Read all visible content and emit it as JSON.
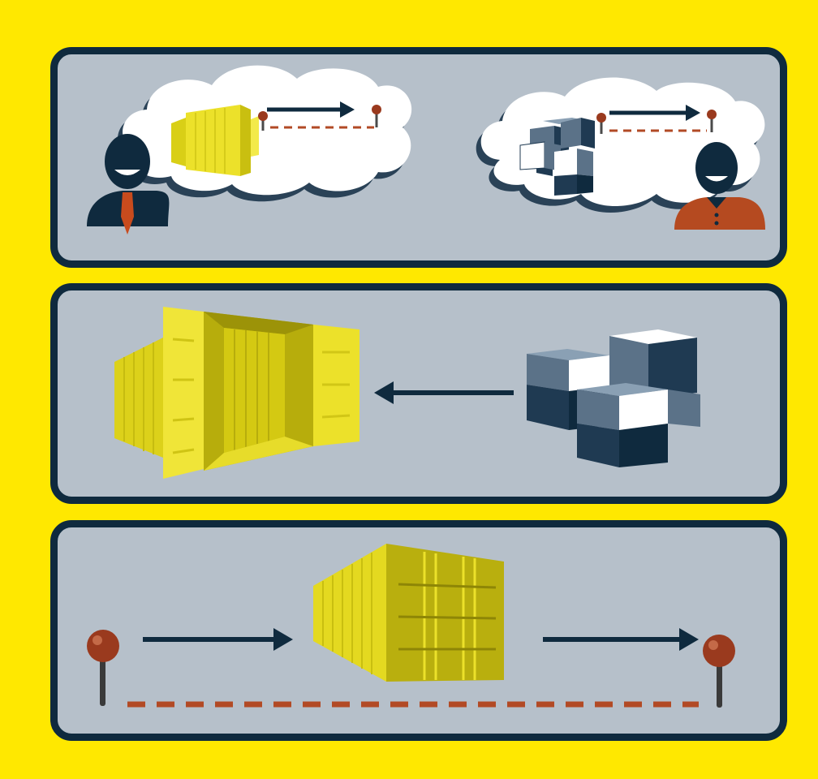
{
  "colors": {
    "background": "#ffe800",
    "panel_fill": "#b6c0ca",
    "panel_border": "#0f2a3e",
    "container_yellow": "#ece12a",
    "box_dark": "#1f3a52",
    "box_mid": "#5b7288",
    "pin_red": "#9a3a1e",
    "route_dashed": "#b24a25",
    "arrow": "#0f2a3e",
    "customer_shirt": "#b54a20"
  },
  "panels": [
    {
      "id": "panel-1",
      "icons": [
        "businessman-icon",
        "thought-cloud-icon",
        "container-icon",
        "route-pins-icon",
        "arrow-right-icon",
        "customer-icon",
        "boxes-icon"
      ]
    },
    {
      "id": "panel-2",
      "icons": [
        "open-container-icon",
        "arrow-left-icon",
        "boxes-icon"
      ]
    },
    {
      "id": "panel-3",
      "icons": [
        "origin-pin-icon",
        "arrow-right-icon",
        "closed-container-icon",
        "destination-pin-icon",
        "dashed-route-icon"
      ]
    }
  ]
}
